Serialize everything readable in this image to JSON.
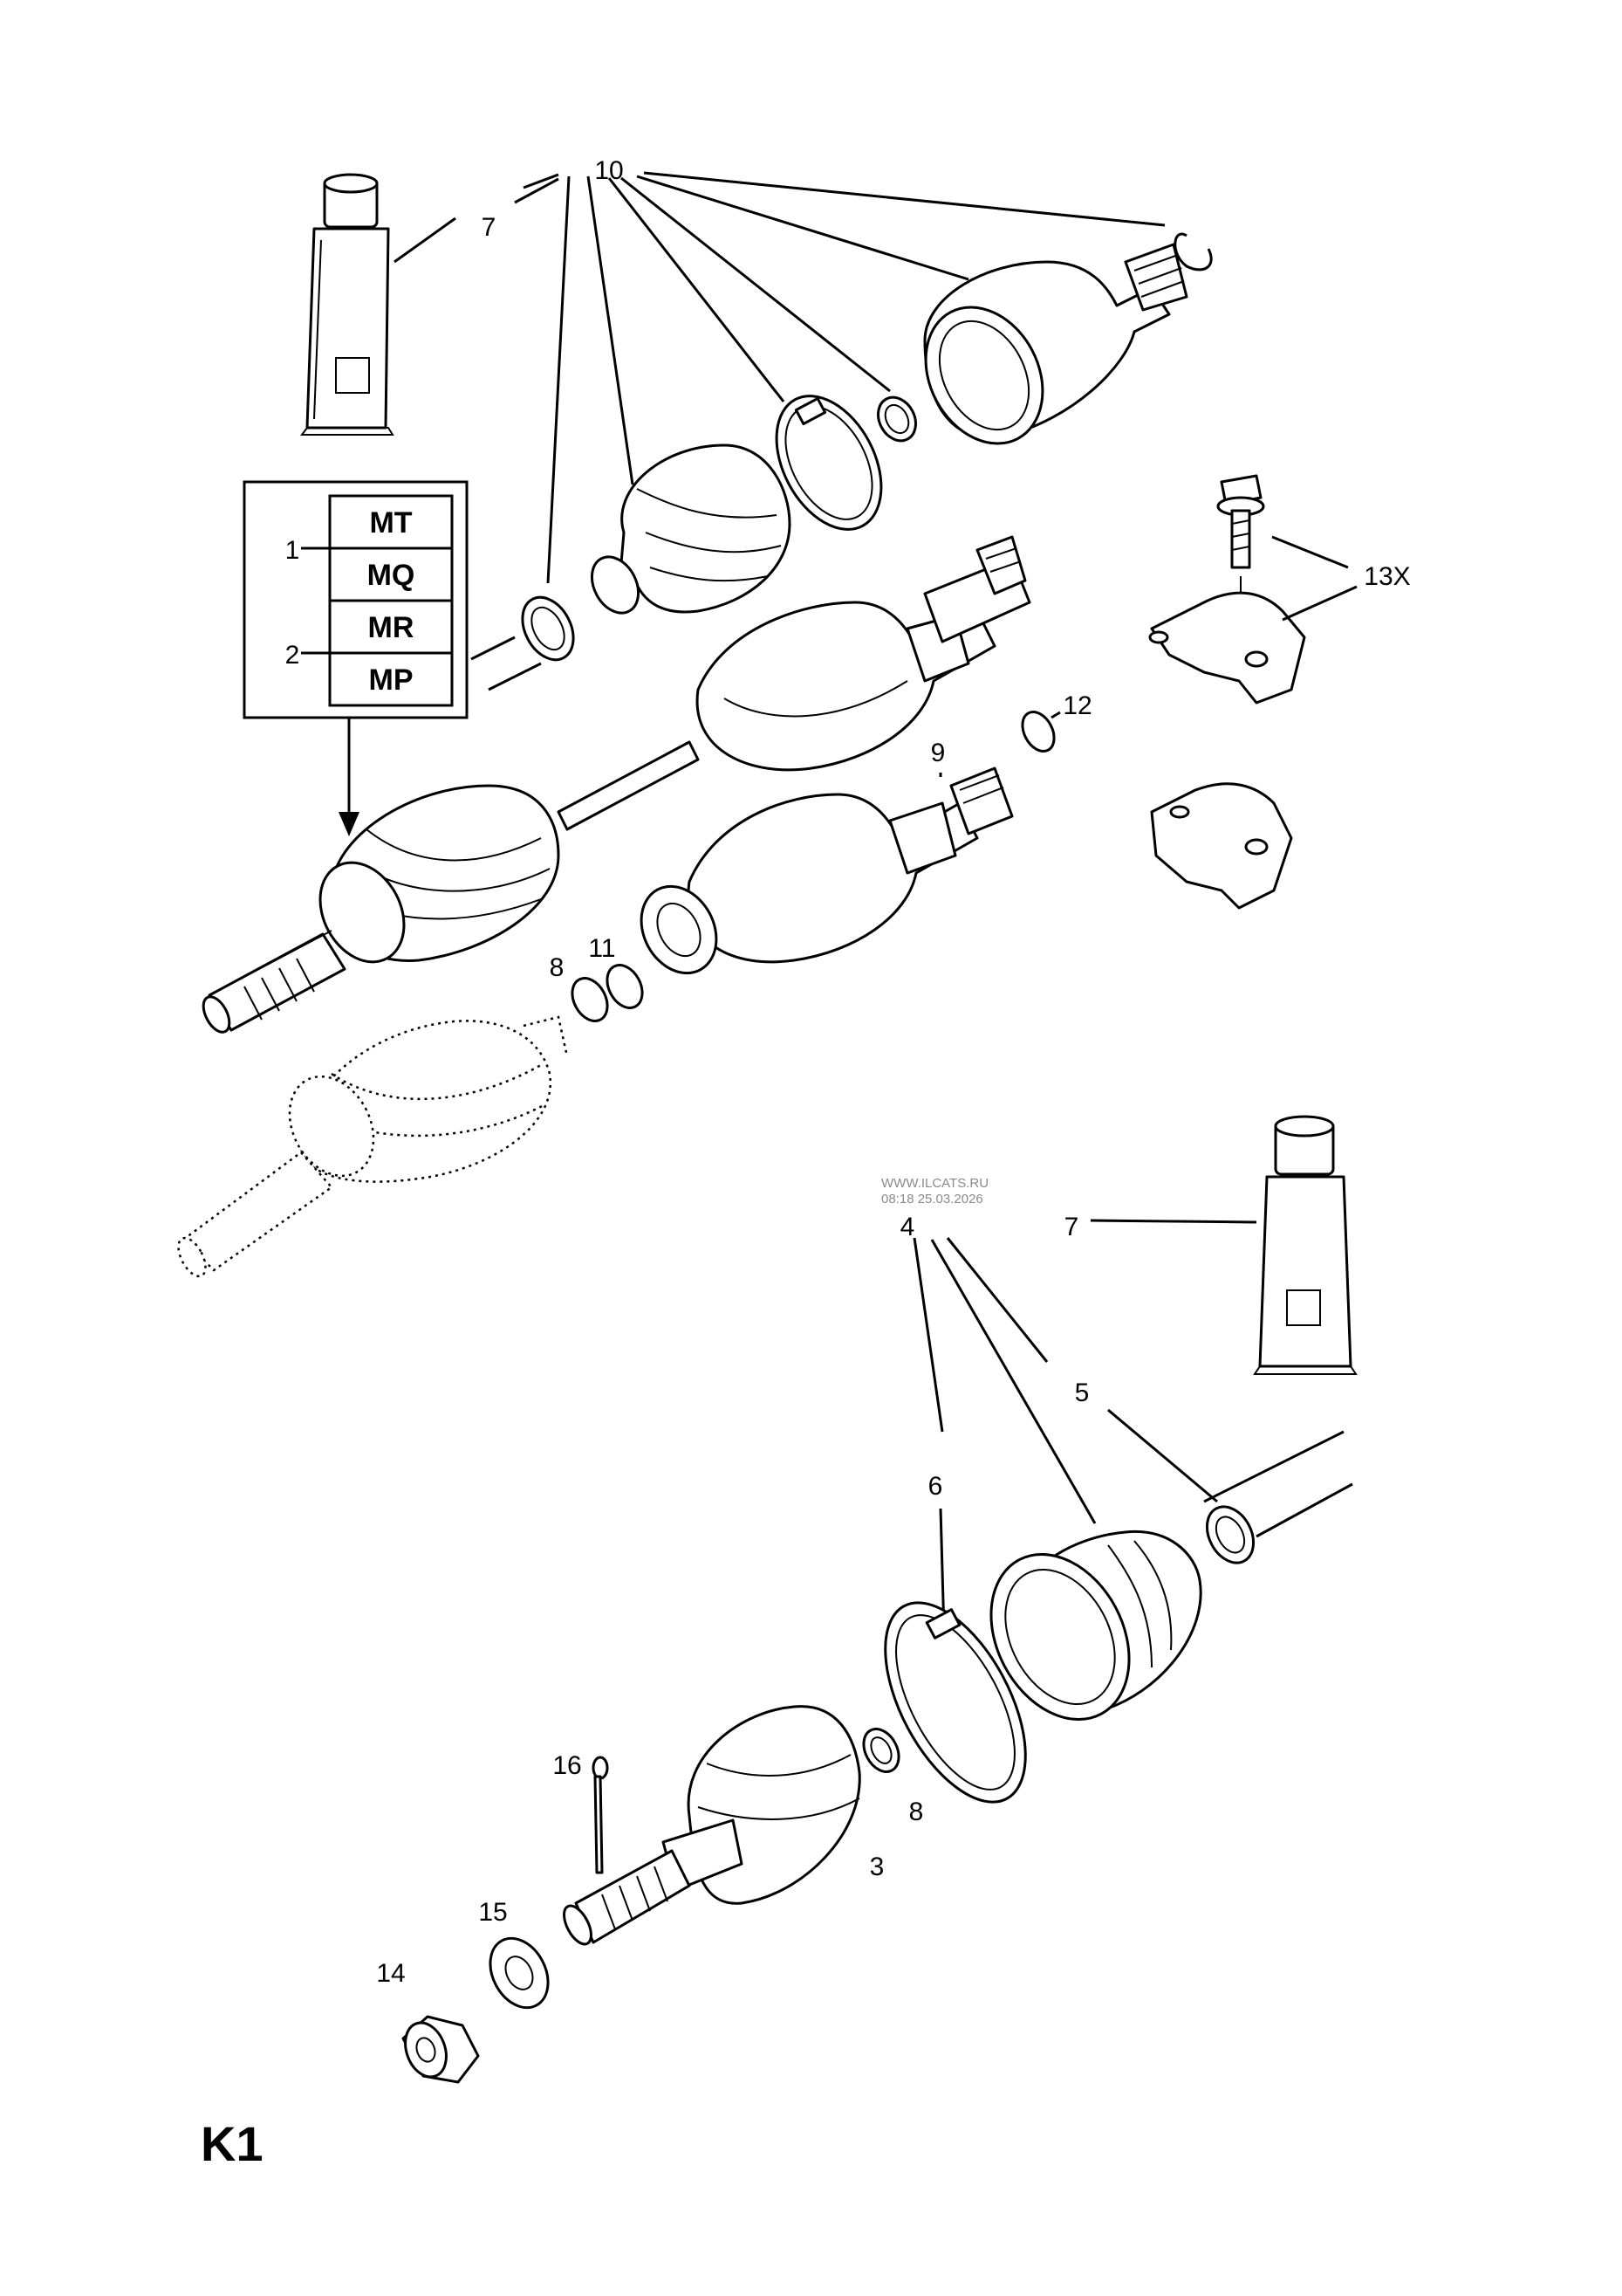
{
  "figure_id": "K1",
  "watermark": {
    "line1": "WWW.ILCATS.RU",
    "line2": "08:18 25.03.2026"
  },
  "callouts": {
    "c1": "1",
    "c2": "2",
    "c3": "3",
    "c4": "4",
    "c5": "5",
    "c6": "6",
    "c7_top": "7",
    "c7_bottom": "7",
    "c8_top": "8",
    "c8_bottom": "8",
    "c9": "9",
    "c10": "10",
    "c11": "11",
    "c12": "12",
    "c13": "13X",
    "c14": "14",
    "c15": "15",
    "c16": "16"
  },
  "variant_table": {
    "codes": [
      "MT",
      "MQ",
      "MR",
      "MP"
    ]
  }
}
